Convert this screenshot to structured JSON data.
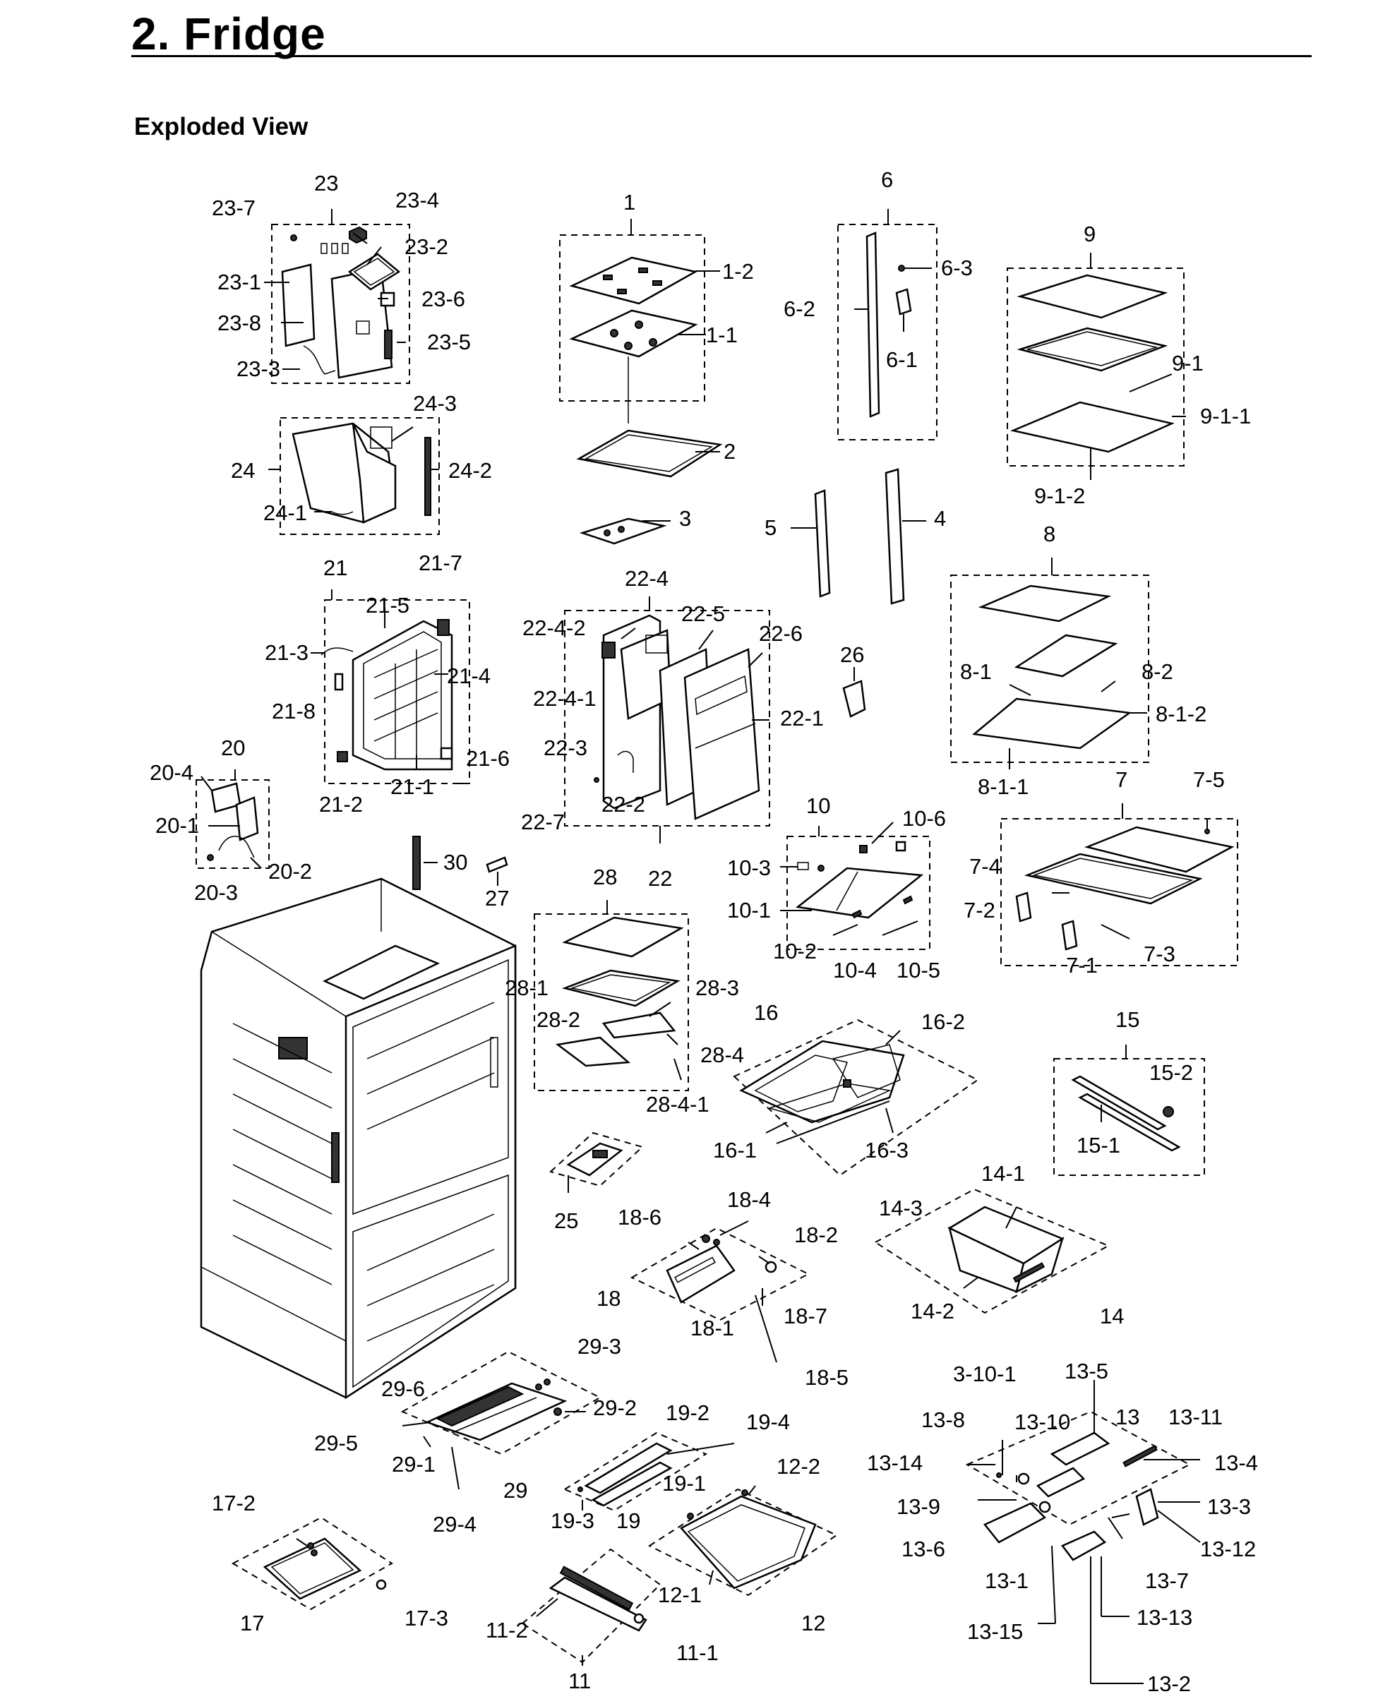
{
  "header": {
    "title": "2.  Fridge",
    "subtitle": "Exploded View"
  },
  "labels": {
    "l23": "23",
    "l23_7": "23-7",
    "l23_4": "23-4",
    "l23_2": "23-2",
    "l23_1": "23-1",
    "l23_6": "23-6",
    "l23_8": "23-8",
    "l23_5": "23-5",
    "l23_3": "23-3",
    "l24_3": "24-3",
    "l24": "24",
    "l24_2": "24-2",
    "l24_1": "24-1",
    "l1": "1",
    "l1_2": "1-2",
    "l1_1": "1-1",
    "l2": "2",
    "l3": "3",
    "l6": "6",
    "l6_3": "6-3",
    "l6_2": "6-2",
    "l6_1": "6-1",
    "l5": "5",
    "l4": "4",
    "l9": "9",
    "l9_1": "9-1",
    "l9_1_1": "9-1-1",
    "l9_1_2": "9-1-2",
    "l8": "8",
    "l8_1": "8-1",
    "l8_2": "8-2",
    "l8_1_2": "8-1-2",
    "l8_1_1": "8-1-1",
    "l21": "21",
    "l21_7": "21-7",
    "l21_5": "21-5",
    "l21_3": "21-3",
    "l21_4": "21-4",
    "l21_8": "21-8",
    "l21_6": "21-6",
    "l21_2": "21-2",
    "l21_1": "21-1",
    "l22_4": "22-4",
    "l22_4_2": "22-4-2",
    "l22_5": "22-5",
    "l22_6": "22-6",
    "l22_4_1": "22-4-1",
    "l22_1": "22-1",
    "l22_3": "22-3",
    "l22_2": "22-2",
    "l22_7": "22-7",
    "l22": "22",
    "l26": "26",
    "l20": "20",
    "l20_4": "20-4",
    "l20_1": "20-1",
    "l20_2": "20-2",
    "l20_3": "20-3",
    "l30": "30",
    "l27": "27",
    "l7": "7",
    "l7_5": "7-5",
    "l7_4": "7-4",
    "l7_2": "7-2",
    "l7_3": "7-3",
    "l7_1": "7-1",
    "l10": "10",
    "l10_6": "10-6",
    "l10_3": "10-3",
    "l10_1": "10-1",
    "l10_2": "10-2",
    "l10_4": "10-4",
    "l10_5": "10-5",
    "l28": "28",
    "l28_1": "28-1",
    "l28_3": "28-3",
    "l28_2": "28-2",
    "l28_4": "28-4",
    "l28_4_1": "28-4-1",
    "l16": "16",
    "l16_2": "16-2",
    "l16_1": "16-1",
    "l16_3": "16-3",
    "l15": "15",
    "l15_2": "15-2",
    "l15_1": "15-1",
    "l25": "25",
    "l18_4": "18-4",
    "l18_6": "18-6",
    "l18_2": "18-2",
    "l18": "18",
    "l18_1": "18-1",
    "l18_7": "18-7",
    "l18_5": "18-5",
    "l14_1": "14-1",
    "l14_3": "14-3",
    "l14_2": "14-2",
    "l14": "14",
    "l29_3": "29-3",
    "l29_6": "29-6",
    "l29_2": "29-2",
    "l29_5": "29-5",
    "l29_1": "29-1",
    "l29": "29",
    "l29_4": "29-4",
    "l19_2": "19-2",
    "l19_4": "19-4",
    "l19_1": "19-1",
    "l19_3": "19-3",
    "l19": "19",
    "l12_2": "12-2",
    "l12_1": "12-1",
    "l12": "12",
    "l17_2": "17-2",
    "l17": "17",
    "l17_3": "17-3",
    "l11_2": "11-2",
    "l11_1": "11-1",
    "l11": "11",
    "l3_10_1": "3-10-1",
    "l13_5": "13-5",
    "l13_8": "13-8",
    "l13_10": "13-10",
    "l13": "13",
    "l13_11": "13-11",
    "l13_14": "13-14",
    "l13_4": "13-4",
    "l13_9": "13-9",
    "l13_3": "13-3",
    "l13_6": "13-6",
    "l13_12": "13-12",
    "l13_1": "13-1",
    "l13_7": "13-7",
    "l13_15": "13-15",
    "l13_13": "13-13",
    "l13_2": "13-2"
  }
}
